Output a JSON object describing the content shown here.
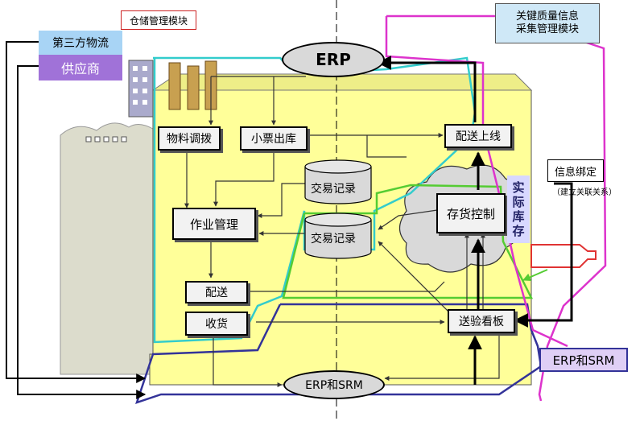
{
  "diagram": {
    "erp_top": "ERP",
    "erp_srm_bottom": "ERP和SRM",
    "third_party": "第三方物流",
    "supplier": "供应商",
    "warehouse_module": "仓储管理模块",
    "quality_module_line1": "关键质量信息",
    "quality_module_line2": "采集管理模块",
    "material_transfer": "物料调拨",
    "small_ticket_out": "小票出库",
    "delivery_online": "配送上线",
    "operation_mgmt": "作业管理",
    "transaction_record_1": "交易记录",
    "transaction_record_2": "交易记录",
    "inventory_control": "存货控制",
    "actual_inventory": "实际库存",
    "info_binding": "信息绑定",
    "build_association": "（建立关联关系）",
    "delivery": "配送",
    "receiving": "收货",
    "inspection_board": "送验看板",
    "erp_srm_right": "ERP和SRM"
  }
}
